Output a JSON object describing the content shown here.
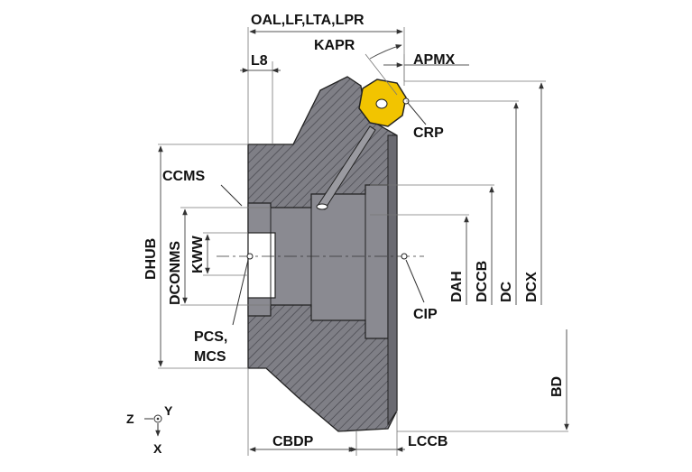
{
  "labels": {
    "oal": "OAL,LF,LTA,LPR",
    "kapr": "KAPR",
    "apmx": "APMX",
    "l8": "L8",
    "crp": "CRP",
    "ccms": "CCMS",
    "dhub": "DHUB",
    "dconms": "DCONMS",
    "kww": "KWW",
    "pcs": "PCS,",
    "mcs": "MCS",
    "cip": "CIP",
    "dah": "DAH",
    "dccb": "DCCB",
    "dc": "DC",
    "dcx": "DCX",
    "bd": "BD",
    "cbdp": "CBDP",
    "lccb": "LCCB",
    "axis_z": "Z",
    "axis_y": "Y",
    "axis_x": "X"
  },
  "colors": {
    "body": "#7f7f86",
    "body_dark": "#5c5c63",
    "insert": "#f2c400",
    "hatch": "#3d3d44"
  }
}
